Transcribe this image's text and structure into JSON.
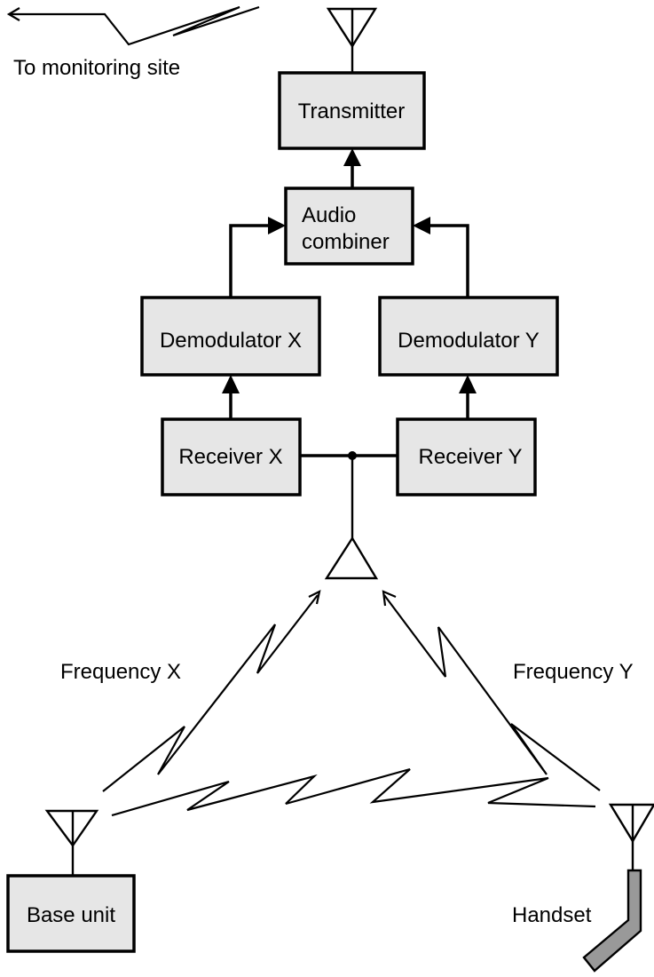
{
  "blocks": {
    "transmitter": "Transmitter",
    "audio_combiner_line1": "Audio",
    "audio_combiner_line2": "combiner",
    "demodulator_x": "Demodulator X",
    "demodulator_y": "Demodulator Y",
    "receiver_x": "Receiver X",
    "receiver_y": "Receiver Y",
    "base_unit": "Base unit"
  },
  "labels": {
    "to_monitoring_site": "To monitoring site",
    "frequency_x": "Frequency X",
    "frequency_y": "Frequency Y",
    "handset": "Handset"
  },
  "colors": {
    "block_fill": "#e6e6e6",
    "handset_fill": "#999999",
    "stroke": "#000000"
  }
}
